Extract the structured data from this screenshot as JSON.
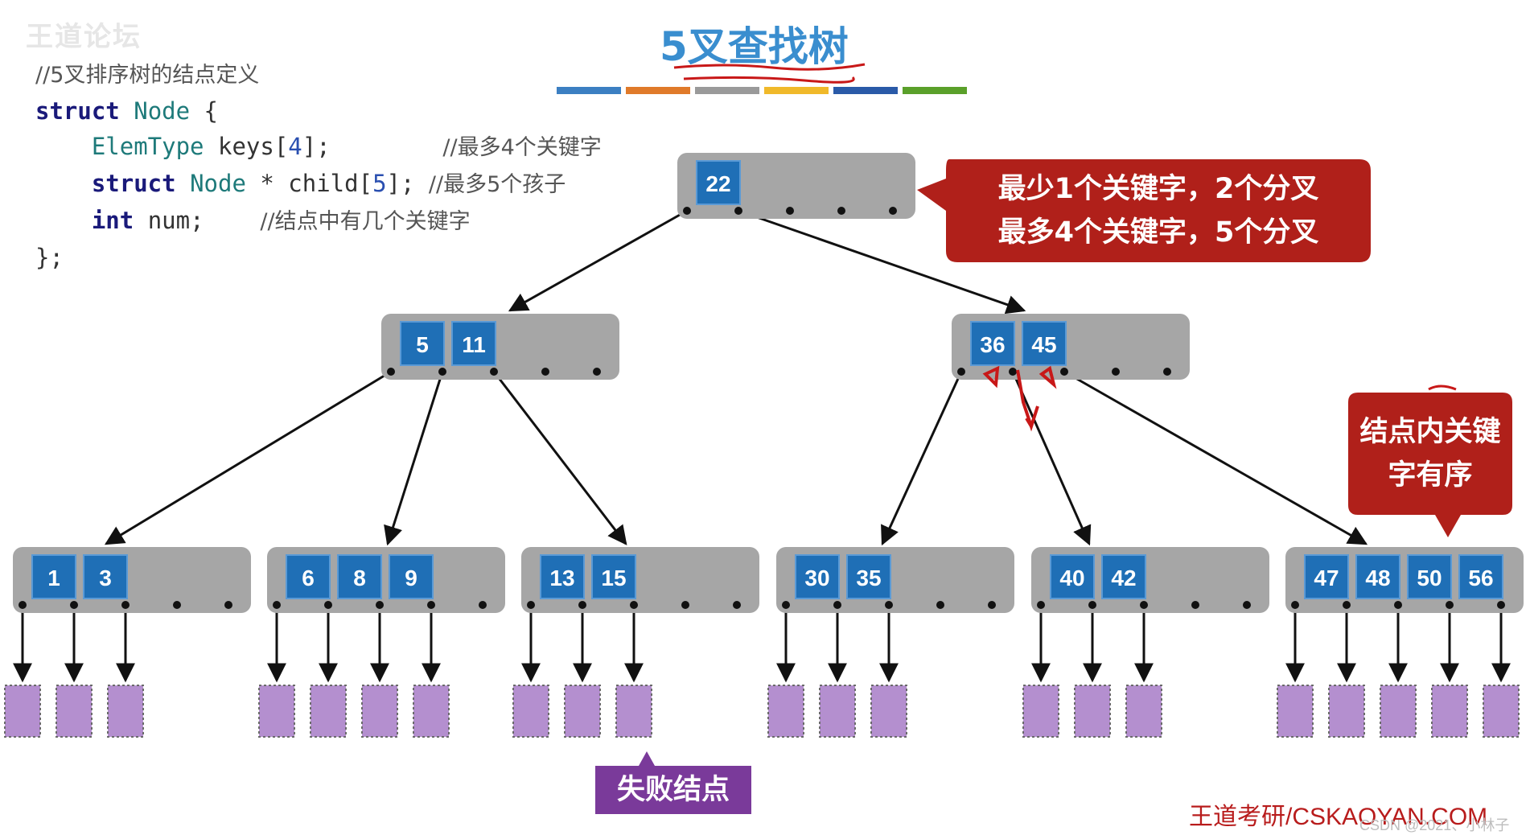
{
  "watermark": "王道论坛",
  "title": "5叉查找树",
  "code": {
    "comment_header": "//5叉排序树的结点定义",
    "struct_kw": "struct",
    "node_type": "Node",
    "open_brace": " {",
    "elemtype": "ElemType",
    "keys_decl": " keys[",
    "keys_size": "4",
    "keys_end": "];",
    "keys_comment": "//最多4个关键字",
    "child_kw": "struct",
    "child_type": "Node",
    "child_decl": " * child[",
    "child_size": "5",
    "child_end": "];",
    "child_comment": "//最多5个孩子",
    "int_kw": "int",
    "num_decl": " num;",
    "num_comment": "//结点中有几个关键字",
    "close_brace": "};"
  },
  "callouts": {
    "branch_line1": "最少1个关键字，2个分叉",
    "branch_line2": "最多4个关键字，5个分叉",
    "ordered_line1": "结点内关键",
    "ordered_line2": "字有序",
    "failure": "失败结点"
  },
  "footer": "王道考研/CSKAOYAN.COM",
  "csdn": "CSDN @2021、小林子",
  "colors": {
    "node_bg": "#a6a6a6",
    "key_bg": "#1f6fb6",
    "failure_node": "#b48fcf",
    "callout_red": "#b0201a",
    "callout_purple": "#7a3a9a",
    "annotation_red": "#c81818",
    "title": "#3a8ecf"
  },
  "title_bar_colors": [
    "#3c7fc2",
    "#e07a2a",
    "#9a9a9a",
    "#f0b92a",
    "#2a5aa8",
    "#5aa02a"
  ],
  "tree": {
    "root": {
      "keys": [
        "22"
      ]
    },
    "level2": [
      {
        "keys": [
          "5",
          "11"
        ]
      },
      {
        "keys": [
          "36",
          "45"
        ]
      }
    ],
    "leaves": [
      {
        "keys": [
          "1",
          "3"
        ]
      },
      {
        "keys": [
          "6",
          "8",
          "9"
        ]
      },
      {
        "keys": [
          "13",
          "15"
        ]
      },
      {
        "keys": [
          "30",
          "35"
        ]
      },
      {
        "keys": [
          "40",
          "42"
        ]
      },
      {
        "keys": [
          "47",
          "48",
          "50",
          "56"
        ]
      }
    ]
  }
}
